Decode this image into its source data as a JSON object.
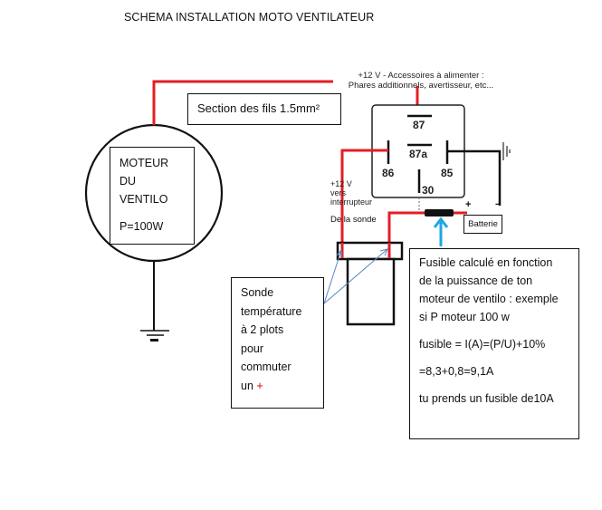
{
  "title": "SCHEMA INSTALLATION MOTO VENTILATEUR",
  "accessories_label": {
    "line1": "+12 V - Accessoires à alimenter :",
    "line2": "Phares additionnels, avertisseur, etc..."
  },
  "section_note": "Section des fils 1.5mm²",
  "motor": {
    "line1": "MOTEUR",
    "line2": "DU",
    "line3": "VENTILO",
    "power": "P=100W"
  },
  "relay": {
    "pins": [
      "87",
      "87a",
      "86",
      "85",
      "30"
    ]
  },
  "interrupter_label": {
    "line1": "+12 V",
    "line2": "vers",
    "line3": "interrupteur"
  },
  "from_probe_label": "De la sonde",
  "battery": {
    "label": "Batterie",
    "plus": "+",
    "minus": "−"
  },
  "probe_note": {
    "lines": [
      "Sonde",
      "température",
      "à 2 plots",
      "pour",
      "commuter",
      "un"
    ],
    "plus": "+"
  },
  "fuse_note": {
    "lines": [
      "Fusible calculé en fonction",
      "de la puissance de  ton",
      "moteur de ventilo : exemple",
      "si P moteur 100 w"
    ],
    "formula": "fusible = I(A)=(P/U)+10%",
    "calc": "=8,3+0,8=9,1A",
    "conclusion": "tu prends un fusible de10A"
  },
  "colors": {
    "wire_positive": "#e31e24",
    "wire_negative": "#111111",
    "arrow_fuse": "#1ea7e1",
    "arrow_probe": "#5a86c6"
  }
}
